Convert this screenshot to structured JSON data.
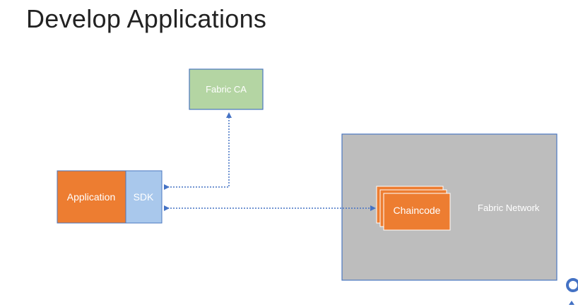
{
  "slide": {
    "title": "Develop Applications"
  },
  "diagram": {
    "nodes": {
      "fabric_ca": "Fabric CA",
      "application": "Application",
      "sdk": "SDK",
      "chaincode": "Chaincode",
      "fabric_network": "Fabric Network"
    },
    "colors": {
      "ca_fill": "#b4d5a3",
      "ca_border": "#4a77c0",
      "app_fill": "#ed7d31",
      "sdk_fill": "#a9c8ec",
      "network_fill": "#bdbdbd",
      "network_border": "#4a77c0",
      "connector": "#4472c4",
      "chaincode_fill": "#ed7d31",
      "node_text": "#ffffff"
    }
  }
}
